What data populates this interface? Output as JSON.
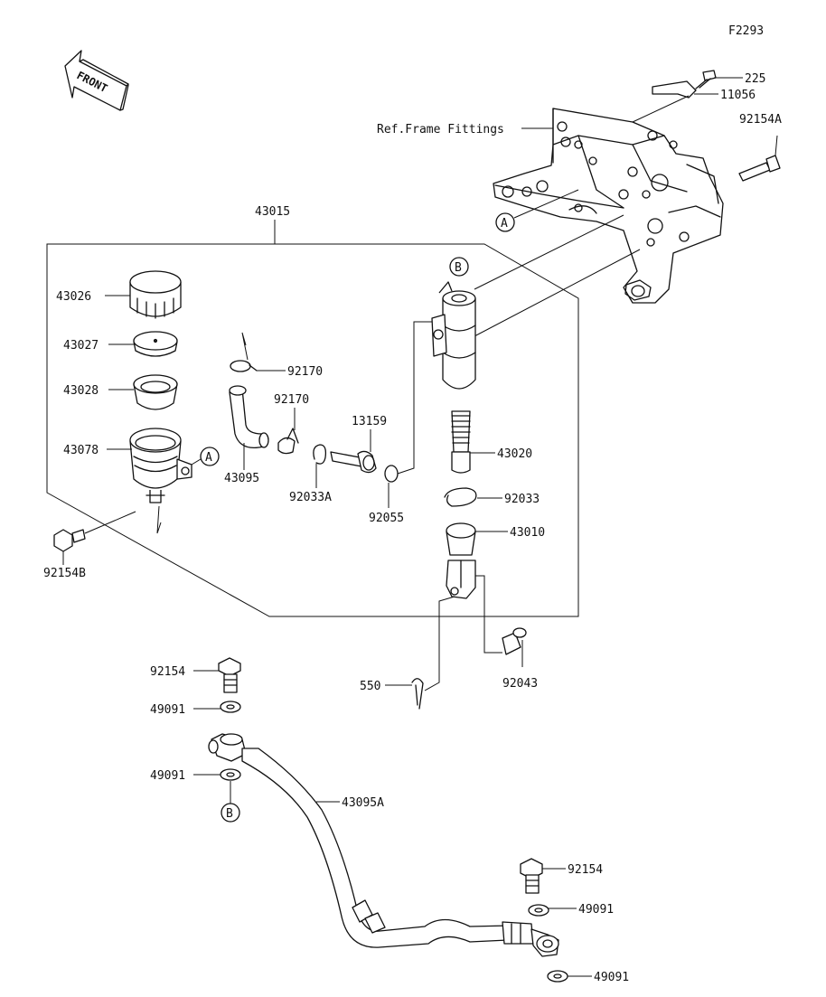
{
  "figure_code": "F2293",
  "front_label": "FRONT",
  "ref_label": "Ref.Frame Fittings",
  "callouts": {
    "a": "A",
    "b": "B"
  },
  "parts": {
    "p225": "225",
    "p11056": "11056",
    "p92154A": "92154A",
    "p43015": "43015",
    "p43026": "43026",
    "p43027": "43027",
    "p43028": "43028",
    "p43078": "43078",
    "p92154B": "92154B",
    "p92170a": "92170",
    "p92170b": "92170",
    "p43095": "43095",
    "p92033A": "92033A",
    "p13159": "13159",
    "p92055": "92055",
    "p43020": "43020",
    "p92033": "92033",
    "p43010": "43010",
    "p550": "550",
    "p92043": "92043",
    "p92154a": "92154",
    "p49091a": "49091",
    "p49091b": "49091",
    "p43095A": "43095A",
    "p92154b": "92154",
    "p49091c": "49091",
    "p49091d": "49091"
  }
}
